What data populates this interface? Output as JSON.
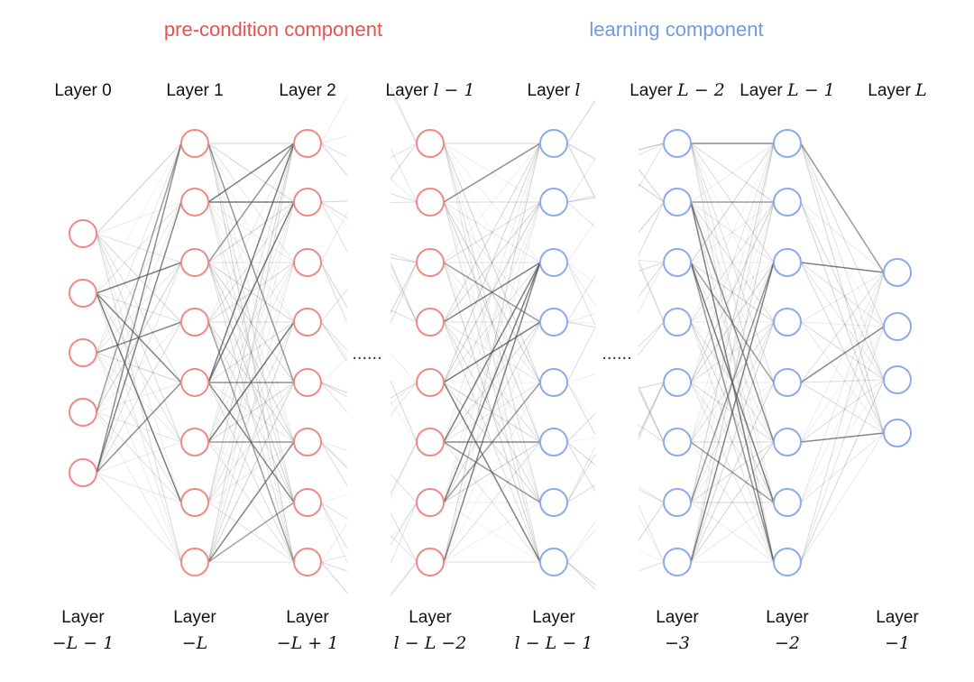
{
  "colors": {
    "precondition": "#e8524f",
    "learning": "#6f9be0",
    "node_pre": "#f08a86",
    "node_learn": "#8ea9ec",
    "edge": "#555555"
  },
  "titles": {
    "precondition": "pre-condition component",
    "learning": "learning component"
  },
  "ellipsis": "......",
  "layers": [
    {
      "id": "layer-0",
      "kind": "pre",
      "nodes": 5,
      "top": {
        "prefix": "Layer 0",
        "math": ""
      },
      "bottom": {
        "line1": "Layer",
        "line2": "−L − 1"
      }
    },
    {
      "id": "layer-1",
      "kind": "pre",
      "nodes": 8,
      "top": {
        "prefix": "Layer 1",
        "math": ""
      },
      "bottom": {
        "line1": "Layer",
        "line2": "−L"
      }
    },
    {
      "id": "layer-2",
      "kind": "pre",
      "nodes": 8,
      "top": {
        "prefix": "Layer 2",
        "math": ""
      },
      "bottom": {
        "line1": "Layer",
        "line2": "−L + 1"
      }
    },
    {
      "id": "layer-l-minus-1",
      "kind": "pre",
      "nodes": 8,
      "top": {
        "prefix": "Layer ",
        "math": "l − 1"
      },
      "bottom": {
        "line1": "Layer",
        "line2": "l − L −2"
      }
    },
    {
      "id": "layer-l",
      "kind": "learn",
      "nodes": 8,
      "top": {
        "prefix": "Layer ",
        "math": "l"
      },
      "bottom": {
        "line1": "Layer",
        "line2": "l − L − 1"
      }
    },
    {
      "id": "layer-L-minus-2",
      "kind": "learn",
      "nodes": 8,
      "top": {
        "prefix": "Layer ",
        "math": "L − 2"
      },
      "bottom": {
        "line1": "Layer",
        "line2": "−3"
      }
    },
    {
      "id": "layer-L-minus-1",
      "kind": "learn",
      "nodes": 8,
      "top": {
        "prefix": "Layer ",
        "math": "L − 1"
      },
      "bottom": {
        "line1": "Layer",
        "line2": "−2"
      }
    },
    {
      "id": "layer-L",
      "kind": "learn",
      "nodes": 4,
      "top": {
        "prefix": "Layer ",
        "math": "L"
      },
      "bottom": {
        "line1": "Layer",
        "line2": "−1"
      }
    }
  ]
}
